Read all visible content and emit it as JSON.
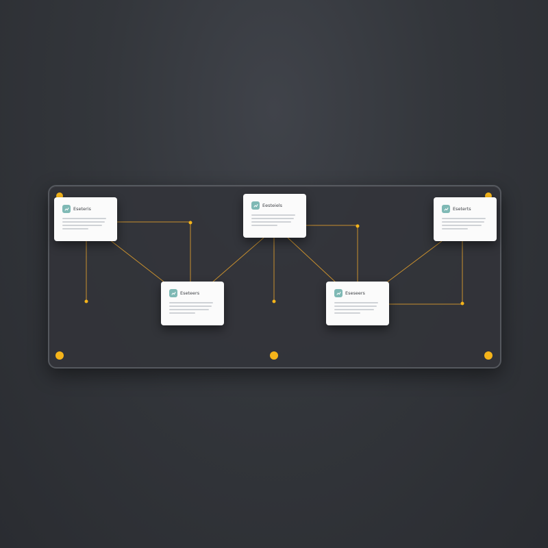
{
  "colors": {
    "background": "#33363b",
    "panel_border": "#55585e",
    "connector": "#c9902e",
    "node_dot": "#f5b41a",
    "card_icon": "#7fb9b5"
  },
  "cards": [
    {
      "title": "Eseteris",
      "icon": "chart-icon"
    },
    {
      "title": "Eesteiels",
      "icon": "chart-icon"
    },
    {
      "title": "Eseterts",
      "icon": "chart-icon"
    },
    {
      "title": "Eseteers",
      "icon": "chart-icon"
    },
    {
      "title": "Eseseers",
      "icon": "chart-icon"
    }
  ]
}
